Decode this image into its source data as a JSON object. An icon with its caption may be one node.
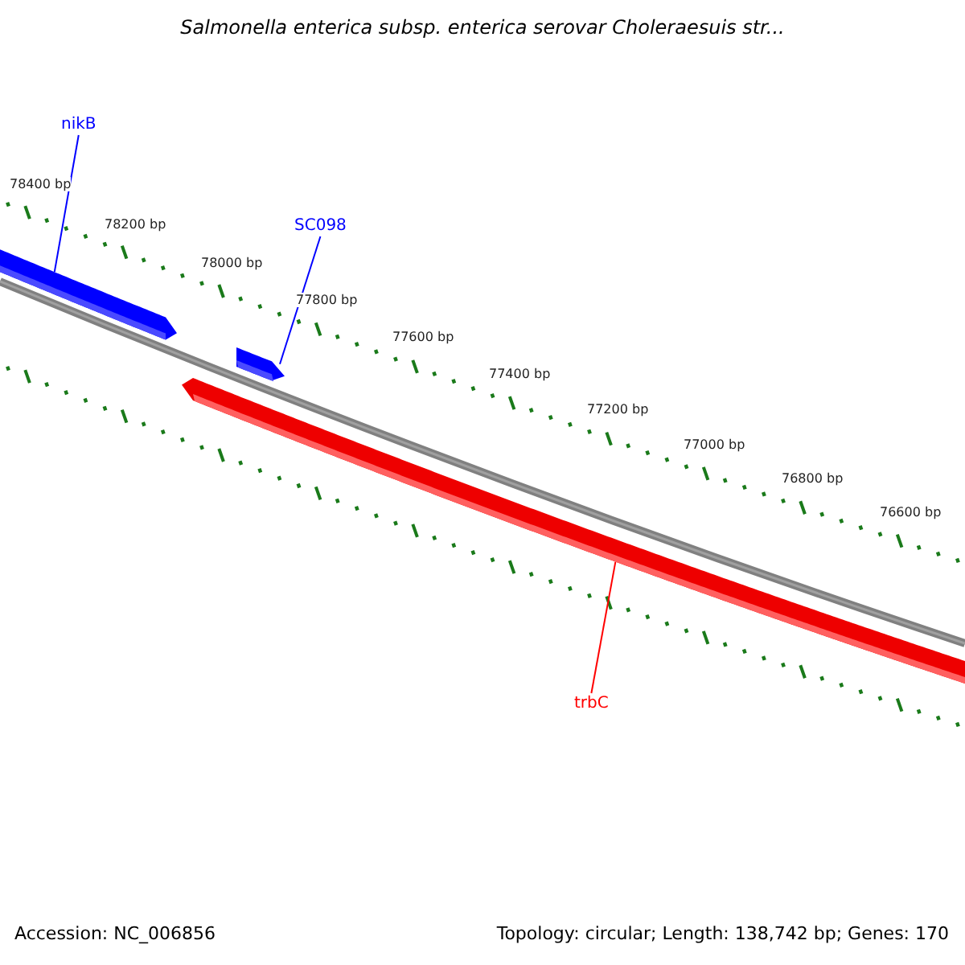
{
  "diagram": {
    "title": "Salmonella enterica subsp. enterica serovar Choleraesuis str...",
    "nodes": [
      {
        "text": [
          "nikB"
        ]
      },
      {
        "text": [],
        "shape": "bar"
      },
      {
        "text": [
          "SC098"
        ]
      },
      {
        "text": [],
        "shape": "bar"
      },
      {
        "text": [
          "trbC"
        ]
      },
      {
        "text": [],
        "shape": "bar"
      }
    ],
    "edges": [
      {
        "from": 0,
        "to": 1,
        "arrow": "none",
        "color": "#0000ff"
      },
      {
        "from": 2,
        "to": 3,
        "arrow": "none",
        "color": "#0000ff"
      },
      {
        "from": 4,
        "to": 5,
        "arrow": "none",
        "color": "#ff0000"
      }
    ],
    "labels": [
      "78400 bp",
      "78200 bp",
      "78000 bp",
      "77800 bp",
      "77600 bp",
      "77400 bp",
      "77200 bp",
      "77000 bp",
      "76800 bp",
      "76600 bp",
      "Accession: NC_006856",
      "Topology: circular; Length: 138,742 bp; Genes: 170"
    ]
  }
}
